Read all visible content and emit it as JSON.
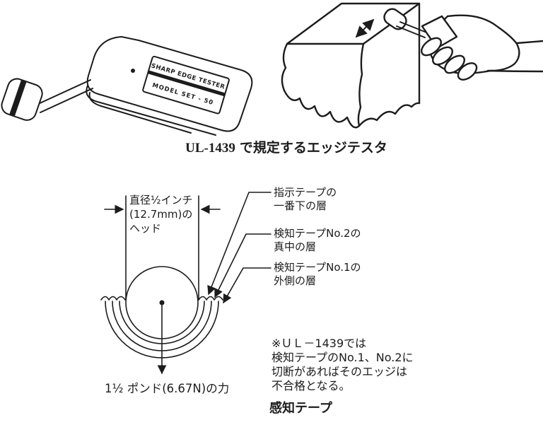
{
  "figure_top": {
    "device_label_line1": "SHARP EDGE TESTER",
    "device_label_line2": "MODEL SET - 50",
    "caption_code": "UL-1439",
    "caption_text": "で規定するエッジテスタ"
  },
  "figure_bottom": {
    "head_dimension": {
      "line1": "直径½インチ",
      "line2": "(12.7mm)の",
      "line3": "ヘッド"
    },
    "tape_labels": [
      {
        "line1": "指示テープの",
        "line2": "一番下の層"
      },
      {
        "line1": "検知テープNo.2の",
        "line2": "真中の層"
      },
      {
        "line1": "検知テープNo.1の",
        "line2": "外側の層"
      }
    ],
    "force_label": "1½ ポンド(6.67N)の力",
    "note": {
      "line1": "※ＵＬ－1439では",
      "line2": "検知テープのNo.1、No.2に",
      "line3": "切断があればそのエッジは",
      "line4": "不合格となる。"
    },
    "caption": "感知テープ"
  },
  "colors": {
    "ink": "#1c1c1c",
    "paper": "#ffffff"
  }
}
